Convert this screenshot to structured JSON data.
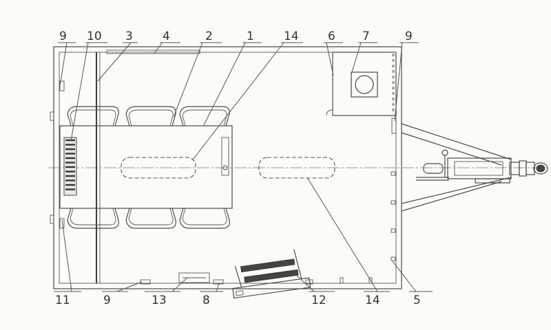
{
  "drawing": {
    "callouts": {
      "top_9_left": "9",
      "top_10": "10",
      "top_3": "3",
      "top_4": "4",
      "top_2": "2",
      "top_1": "1",
      "top_14": "14",
      "top_6": "6",
      "top_7": "7",
      "top_9_right": "9",
      "bottom_11": "11",
      "bottom_9": "9",
      "bottom_13": "13",
      "bottom_8": "8",
      "bottom_12": "12",
      "bottom_14": "14",
      "bottom_5": "5"
    }
  },
  "colors": {
    "background": "#fdfbf6",
    "line": "#4a4a4a"
  }
}
